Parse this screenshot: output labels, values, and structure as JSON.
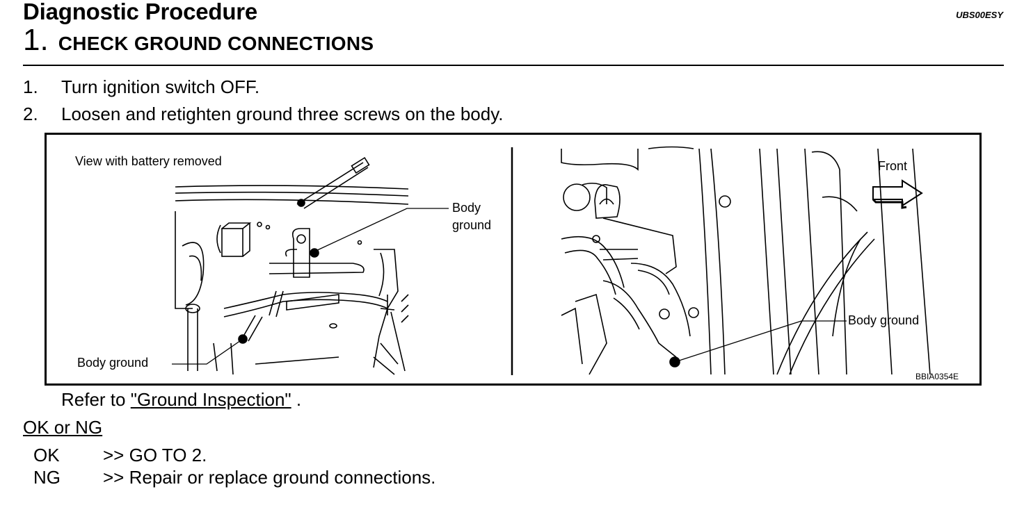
{
  "header": {
    "title": "Diagnostic Procedure",
    "doc_code": "UBS00ESY",
    "step_number": "1.",
    "step_title": "CHECK GROUND CONNECTIONS"
  },
  "instructions": [
    {
      "num": "1.",
      "text": "Turn ignition switch OFF."
    },
    {
      "num": "2.",
      "text": "Loosen and retighten ground three screws on the body."
    }
  ],
  "figure": {
    "left_caption": "View with battery removed",
    "body_ground_line1": "Body",
    "body_ground_line2": "ground",
    "body_ground_left": "Body ground",
    "front_label": "Front",
    "body_ground_right": "Body ground",
    "figure_code": "BBIA0354E"
  },
  "refer": {
    "prefix": "Refer to",
    "link_text": "\"Ground Inspection\"",
    "suffix": "."
  },
  "result": {
    "heading": "OK or NG",
    "rows": [
      {
        "key": "OK",
        "text": ">> GO TO 2."
      },
      {
        "key": "NG",
        "text": ">> Repair or replace ground connections."
      }
    ]
  }
}
